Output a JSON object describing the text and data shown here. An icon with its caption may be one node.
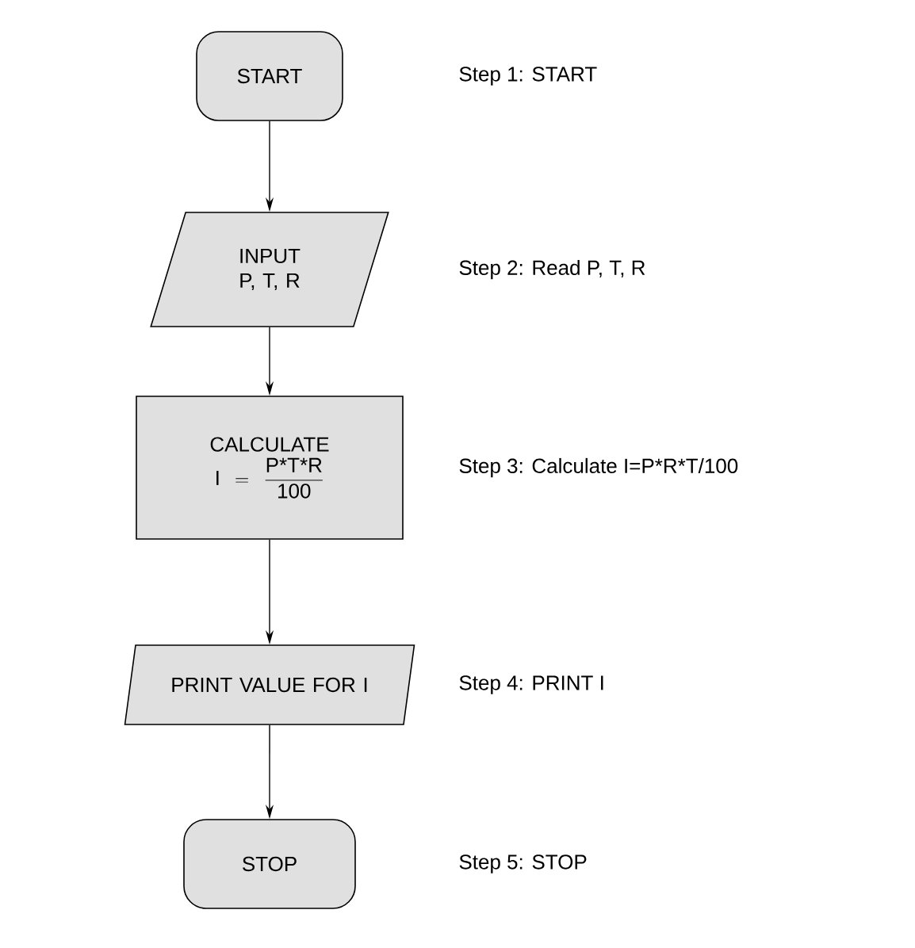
{
  "diagram": {
    "nodes": [
      {
        "text": [
          "START"
        ]
      },
      {
        "text": [
          "INPUT P, T, R"
        ]
      },
      {
        "text": [
          "CALCULATE",
          "\\text{I} = \\dfrac{\\text{P*T*R}}{\\text{100}}"
        ]
      },
      {
        "text": [
          "PRINT VALUE FOR I"
        ]
      },
      {
        "text": [
          "STOP"
        ]
      }
    ],
    "edges": [
      {
        "from": 0,
        "to": 1,
        "arrow": "to"
      },
      {
        "from": 1,
        "to": 2,
        "arrow": "to"
      },
      {
        "from": 2,
        "to": 3,
        "arrow": "to"
      },
      {
        "from": 3,
        "to": 4,
        "arrow": "to"
      }
    ],
    "labels": [
      "Step 1: START",
      "Step 2: Read P, T, R",
      "Step 3: Calculate I=P*R*T/100",
      "Step 4: PRINT I",
      "Step 5: STOP"
    ]
  }
}
